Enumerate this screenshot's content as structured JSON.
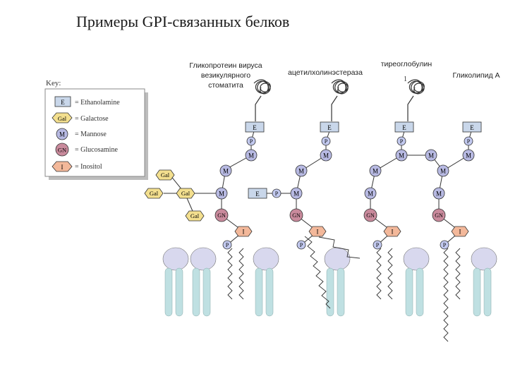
{
  "title": "Примеры GPI-связанных белков",
  "labels": {
    "protein1_line1": "Гликопротеин вируса",
    "protein1_line2": "везикулярного",
    "protein1_line3": "стоматита",
    "protein2": "ацетилхолинэстераза",
    "protein3": "тиреоглобулин",
    "protein4": "Гликолипид А"
  },
  "key": {
    "title": "Key:",
    "items": [
      {
        "symbol": "E",
        "text": "= Ethanolamine",
        "color": "#c9d7ea",
        "shape": "rect"
      },
      {
        "symbol": "Gal",
        "text": "= Galactose",
        "color": "#f3df8e",
        "shape": "hex"
      },
      {
        "symbol": "M",
        "text": "= Mannose",
        "color": "#b7b9e2",
        "shape": "circle"
      },
      {
        "symbol": "GN",
        "text": "= Glucosamine",
        "color": "#c98a9c",
        "shape": "circle"
      },
      {
        "symbol": "I",
        "text": "= Inositol",
        "color": "#f3b89a",
        "shape": "hex"
      }
    ]
  },
  "symbols": {
    "E": "E",
    "P": "P",
    "M": "M",
    "GN": "GN",
    "I": "I",
    "Gal": "Gal",
    "one": "1"
  },
  "colors": {
    "ethanolamine": "#c9d7ea",
    "phosphate": "#c2c9ef",
    "mannose": "#b7b9e2",
    "glucosamine": "#c98a9c",
    "inositol": "#f3b89a",
    "galactose": "#f3df8e",
    "lipid_head": "#d8d8ee",
    "lipid_body": "#bfe0e2"
  }
}
